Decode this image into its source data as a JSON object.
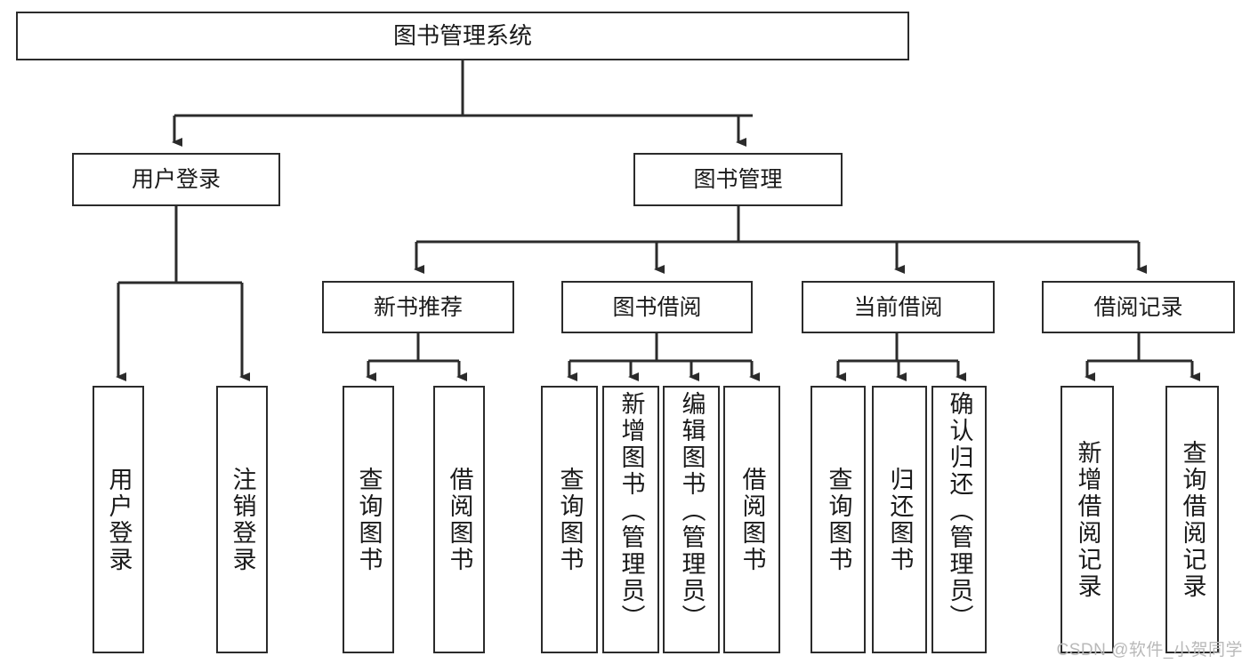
{
  "diagram": {
    "title": "图书管理系统",
    "type": "tree-hierarchy-chart",
    "colors": {
      "box_border": "#2b2b2b",
      "box_fill": "#ffffff",
      "connector": "#2b2b2b",
      "text": "#1a1a1a",
      "watermark": "#b9b9b9"
    },
    "root": {
      "label": "图书管理系统"
    },
    "level2": [
      {
        "label": "用户登录"
      },
      {
        "label": "图书管理"
      }
    ],
    "level3": [
      {
        "label": "新书推荐"
      },
      {
        "label": "图书借阅"
      },
      {
        "label": "当前借阅"
      },
      {
        "label": "借阅记录"
      }
    ],
    "leaves": {
      "user_login": [
        {
          "label": "用户登录"
        },
        {
          "label": "注销登录"
        }
      ],
      "new_book_recommend": [
        {
          "label": "查询图书"
        },
        {
          "label": "借阅图书"
        }
      ],
      "book_borrow": [
        {
          "label": "查询图书"
        },
        {
          "label": "新增图书（管理员）"
        },
        {
          "label": "编辑图书（管理员）"
        },
        {
          "label": "借阅图书"
        }
      ],
      "current_borrow": [
        {
          "label": "查询图书"
        },
        {
          "label": "归还图书"
        },
        {
          "label": "确认归还（管理员）"
        }
      ],
      "borrow_record": [
        {
          "label": "新增借阅记录"
        },
        {
          "label": "查询借阅记录"
        }
      ]
    },
    "watermark": "CSDN @软件_小贺同学"
  }
}
